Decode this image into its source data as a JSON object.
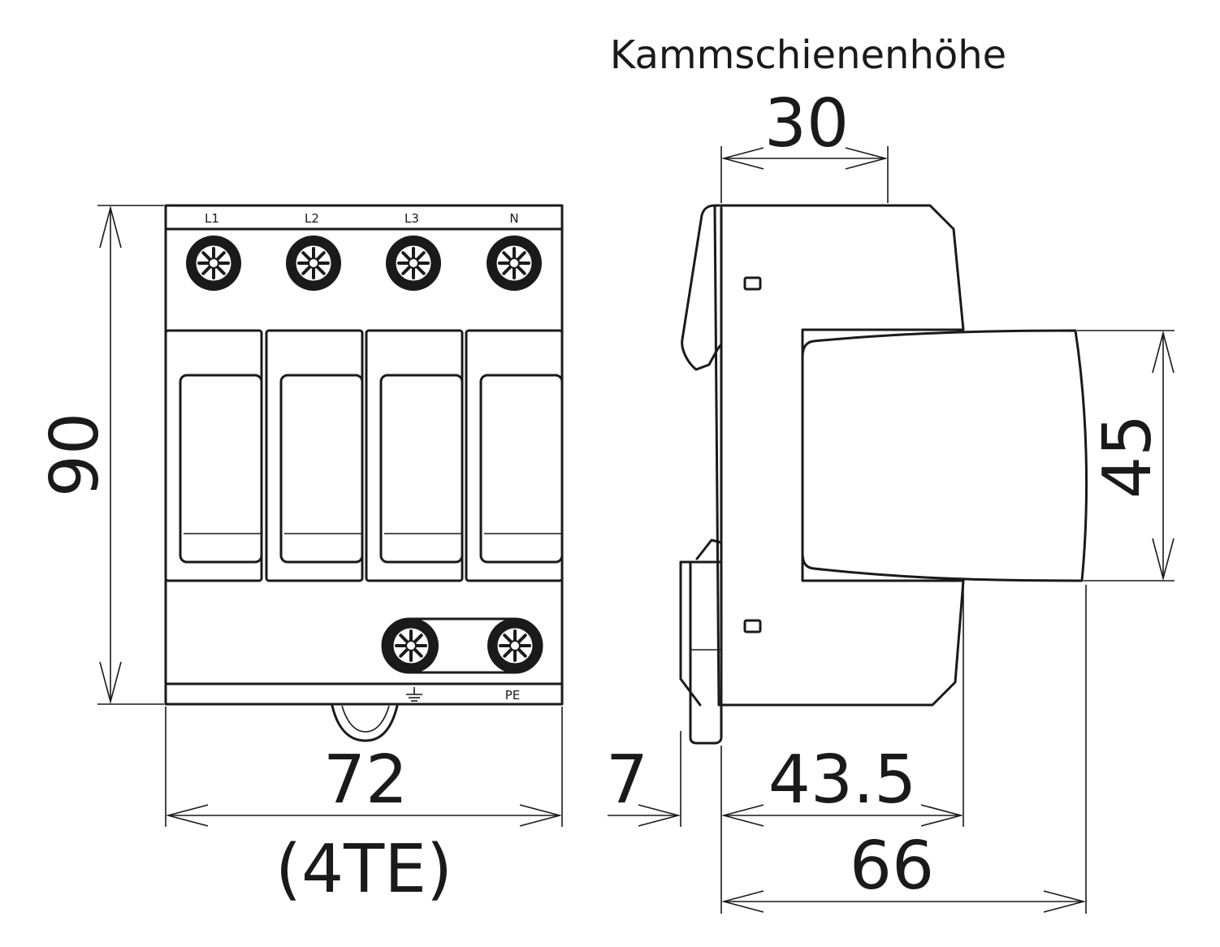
{
  "header": {
    "comb_rail_label": "Kammschienenhöhe"
  },
  "front_view": {
    "terminal_labels": [
      "L1",
      "L2",
      "L3",
      "N"
    ],
    "pe_label": "PE",
    "ground_icon": "earth-ground-icon"
  },
  "dimensions": {
    "height": "90",
    "width": "72",
    "width_units": "(4TE)",
    "comb_rail_height": "30",
    "cap_height": "45",
    "rail_offset": "7",
    "depth_to_body": "43.5",
    "total_depth": "66"
  }
}
